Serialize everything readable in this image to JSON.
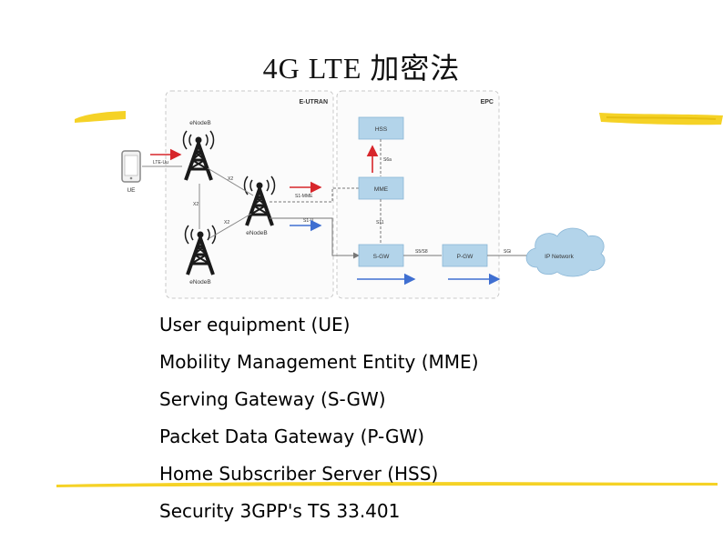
{
  "slide": {
    "title": "4G LTE 加密法",
    "terms": [
      "User equipment (UE)",
      "Mobility Management Entity (MME)",
      "Serving Gateway (S-GW)",
      "Packet Data Gateway (P-GW)",
      "Home Subscriber Server (HSS)",
      "Security 3GPP's TS 33.401"
    ]
  },
  "diagram": {
    "eutran_label": "E-UTRAN",
    "epc_label": "EPC",
    "ue_label": "UE",
    "lte_uu_label": "LTE-Uu",
    "enodeb_top_label": "eNodeB",
    "enodeb_right_label": "eNodeB",
    "enodeb_bottom_label": "eNodeB",
    "x2_top_label": "X2",
    "x2_left_label": "X2",
    "x2_bottom_label": "X2",
    "s1mme_label": "S1-MME",
    "s1u_label": "S1-U",
    "hss_label": "HSS",
    "s6a_label": "S6a",
    "mme_label": "MME",
    "s11_label": "S11",
    "sgw_label": "S-GW",
    "s5s8_label": "S5/S8",
    "pgw_label": "P-GW",
    "sgi_label": "SGi",
    "ipnet_label": "IP Network"
  },
  "colors": {
    "node_fill": "#b3d4ea",
    "node_stroke": "#8ab6d6",
    "node_text": "#333333",
    "brush": "#f5d226",
    "arrow_red": "#d7262b",
    "arrow_blue": "#3f6fd1",
    "dashed_border": "#c8c8c8"
  }
}
